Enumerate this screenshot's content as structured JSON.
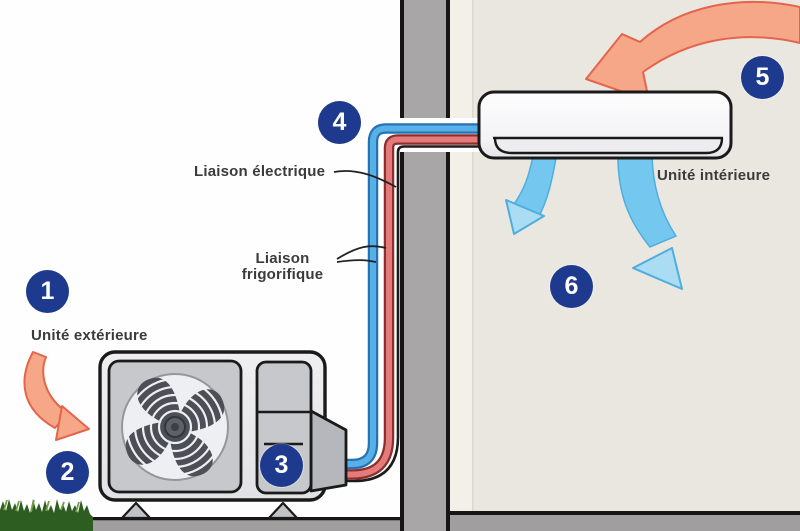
{
  "badges": [
    {
      "number": "1"
    },
    {
      "number": "2"
    },
    {
      "number": "3"
    },
    {
      "number": "4"
    },
    {
      "number": "5"
    },
    {
      "number": "6"
    }
  ],
  "labels": {
    "outdoor_unit": "Unité extérieure",
    "indoor_unit": "Unité intérieure",
    "electrical_link": "Liaison électrique",
    "refrigerant_link_line1": "Liaison",
    "refrigerant_link_line2": "frigorifique"
  },
  "icons": {
    "fan": "fan-icon",
    "warm_air": "warm-air-arrow-icon",
    "cool_air": "cool-air-arrow-icon"
  },
  "colors": {
    "badge_blue": "#1e3a8e",
    "pipe_hot_red": "#e57a7a",
    "pipe_hot_edge": "#8a2e2e",
    "pipe_cold_blue": "#58b0e9",
    "pipe_cold_edge": "#2673b4",
    "electrical_cable": "#1c1c1c",
    "warm_arrow_orange": "#f6a788",
    "warm_arrow_edge": "#e4654b",
    "cool_arrow_blue": "#74c7ef",
    "cool_arrow_head": "#aadcf4",
    "wall_gray": "#a8a6a7",
    "room_beige": "#eae7e0",
    "ground_gray": "#a09e9f",
    "grass_green": "#2e5d21",
    "unit_panel_gray": "#c7c8cc"
  }
}
